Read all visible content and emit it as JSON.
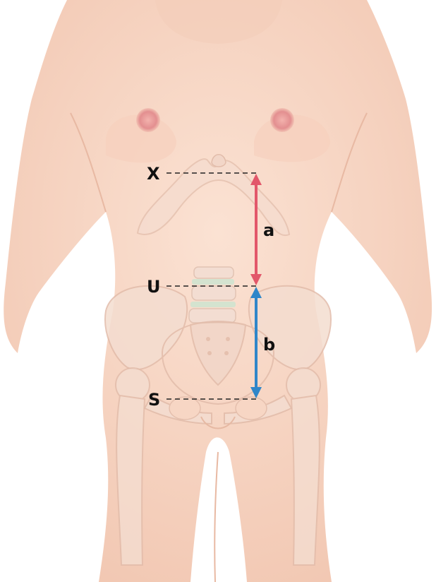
{
  "labels": {
    "xiphoid": "X",
    "umbilicus": "U",
    "symphysis": "S",
    "upper_distance": "a",
    "lower_distance": "b"
  },
  "colors": {
    "skin": "#f8d7c5",
    "skin_shadow": "#eab9a2",
    "bone": "#f4ddd0",
    "bone_outline": "#e2bcaa",
    "cartilage": "#cfe3cf",
    "nipple": "#e38f90",
    "arrow_a": "#e2576a",
    "arrow_b": "#2f86c9",
    "dash_line": "#222222"
  }
}
